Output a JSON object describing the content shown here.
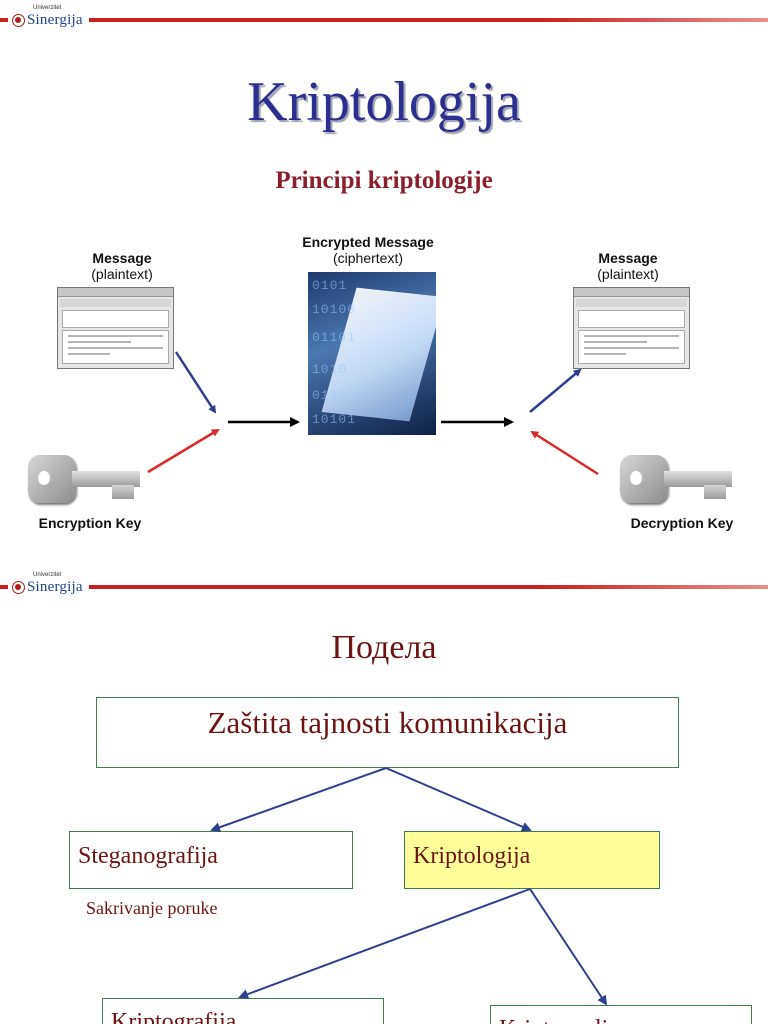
{
  "slide1": {
    "logo": {
      "small": "Univerzitet",
      "big": "Sinergija"
    },
    "title": "Kriptologija",
    "subtitle": "Principi kriptologije",
    "diagram": {
      "left_message": {
        "title": "Message",
        "sub": "(plaintext)"
      },
      "encrypted": {
        "title": "Encrypted Message",
        "sub": "(ciphertext)"
      },
      "right_message": {
        "title": "Message",
        "sub": "(plaintext)"
      },
      "encryption_key": "Encryption Key",
      "decryption_key": "Decryption Key",
      "cipher_bits": [
        "0101",
        "10100",
        "01101",
        "1010",
        "0100 11",
        "10101"
      ]
    }
  },
  "slide2": {
    "logo": {
      "small": "Univerzitet",
      "big": "Sinergija"
    },
    "title": "Подела",
    "root": "Zaštita tajnosti komunikacija",
    "steganografija": "Steganografija",
    "steganografija_note": "Sakrivanje poruke",
    "kriptologija": "Kriptologija",
    "kriptografija": "Kriptografija",
    "kriptoanaliza": "Kriptoanaliza"
  },
  "colors": {
    "brand_red": "#c8201d",
    "title_blue": "#2b2f8f",
    "subtitle_maroon": "#8b1f2d",
    "box_text": "#6e1313",
    "highlight": "#ffff99",
    "arrow_blue": "#2f3f90",
    "arrow_red": "#d42a2a"
  }
}
